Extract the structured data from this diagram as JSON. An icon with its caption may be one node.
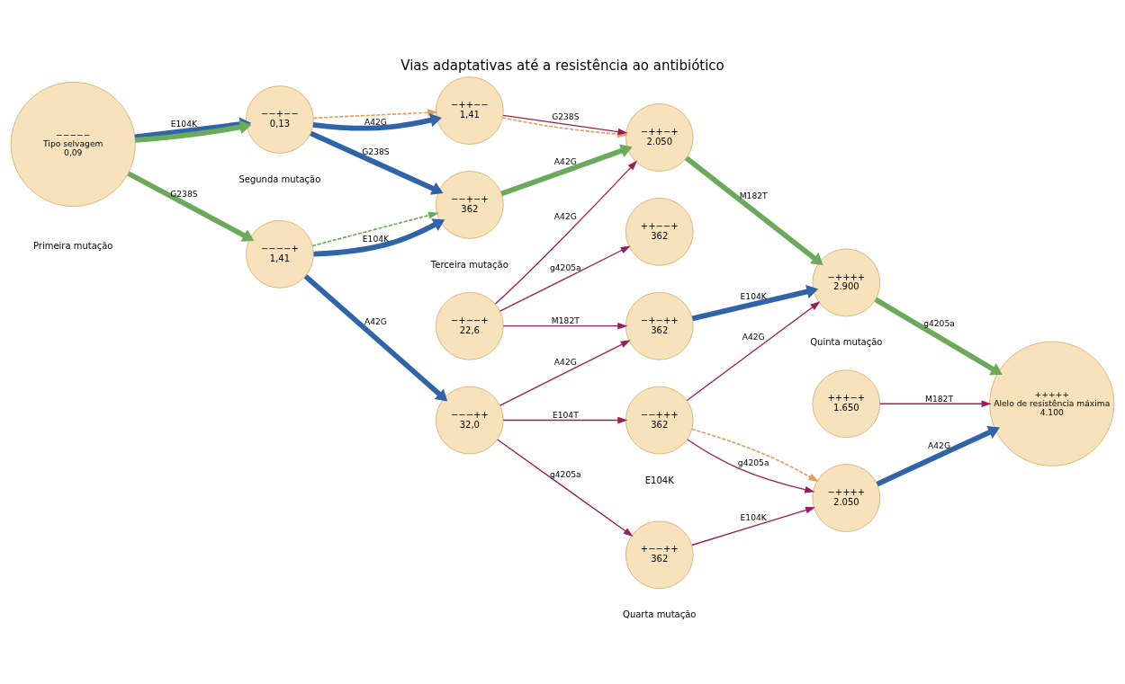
{
  "diagram": {
    "title": "Vias adaptativas até a resistência ao antibiótico",
    "nodes": [
      {
        "text": [
          "−−−−−",
          "Tipo selvagem",
          "0,09"
        ]
      },
      {
        "text": [
          "−−+−−",
          "0,13"
        ]
      },
      {
        "text": [
          "−−−−+",
          "1,41"
        ]
      },
      {
        "text": [
          "−++−−",
          "1,41"
        ]
      },
      {
        "text": [
          "−−+−+",
          "362"
        ]
      },
      {
        "text": [
          "−+−−+",
          "22,6"
        ]
      },
      {
        "text": [
          "−−−++",
          "32,0"
        ]
      },
      {
        "text": [
          "−++−+",
          "2.050"
        ]
      },
      {
        "text": [
          "++−−+",
          "362"
        ]
      },
      {
        "text": [
          "−+−++",
          "362"
        ]
      },
      {
        "text": [
          "−−+++",
          "362"
        ]
      },
      {
        "text": [
          "+−−++",
          "362"
        ]
      },
      {
        "text": [
          "−++++",
          "2.900"
        ]
      },
      {
        "text": [
          "+++−+",
          "1.650"
        ]
      },
      {
        "text": [
          "−++++",
          "2.050"
        ]
      },
      {
        "text": [
          "+++++",
          "Alelo de resistência máxima",
          "4.100"
        ]
      }
    ],
    "edges": [
      {
        "from": 0,
        "to": 1,
        "arrow": "to",
        "label": "E104K",
        "style": "thick",
        "color": "#2f64a8"
      },
      {
        "from": 0,
        "to": 1,
        "arrow": "to",
        "style": "thick",
        "color": "#6aaa5a"
      },
      {
        "from": 0,
        "to": 2,
        "arrow": "to",
        "label": "G238S",
        "style": "thick",
        "color": "#6aaa5a"
      },
      {
        "from": 1,
        "to": 3,
        "arrow": "to",
        "style": "dashed",
        "color": "#e0a060"
      },
      {
        "from": 1,
        "to": 3,
        "arrow": "to",
        "label": "A42G",
        "style": "thick",
        "color": "#2f64a8"
      },
      {
        "from": 1,
        "to": 4,
        "arrow": "to",
        "label": "G238S",
        "style": "thick",
        "color": "#2f64a8"
      },
      {
        "from": 2,
        "to": 4,
        "arrow": "to",
        "style": "dashed",
        "color": "#6aaa5a"
      },
      {
        "from": 2,
        "to": 4,
        "arrow": "to",
        "label": "E104K",
        "style": "thick",
        "color": "#2f64a8"
      },
      {
        "from": 2,
        "to": 6,
        "arrow": "to",
        "label": "A42G",
        "style": "thick",
        "color": "#2f64a8"
      },
      {
        "from": 3,
        "to": 7,
        "arrow": "to",
        "style": "dashed",
        "color": "#e0a060"
      },
      {
        "from": 3,
        "to": 7,
        "arrow": "to",
        "label": "G238S",
        "color": "#9b1c5c"
      },
      {
        "from": 4,
        "to": 7,
        "arrow": "to",
        "label": "A42G",
        "style": "thick",
        "color": "#6aaa5a"
      },
      {
        "from": 5,
        "to": 7,
        "arrow": "to",
        "label": "A42G",
        "color": "#9b1c5c"
      },
      {
        "from": 5,
        "to": 8,
        "arrow": "to",
        "label": "g4205a",
        "color": "#9b1c5c"
      },
      {
        "from": 5,
        "to": 9,
        "arrow": "to",
        "label": "M182T",
        "color": "#9b1c5c"
      },
      {
        "from": 6,
        "to": 9,
        "arrow": "to",
        "label": "A42G",
        "color": "#9b1c5c"
      },
      {
        "from": 6,
        "to": 10,
        "arrow": "to",
        "label": "E104T",
        "color": "#9b1c5c"
      },
      {
        "from": 6,
        "to": 11,
        "arrow": "to",
        "label": "g4205a",
        "color": "#9b1c5c"
      },
      {
        "from": 7,
        "to": 12,
        "arrow": "to",
        "label": "M182T",
        "style": "thick",
        "color": "#6aaa5a"
      },
      {
        "from": 9,
        "to": 12,
        "arrow": "to",
        "label": "E104K",
        "style": "thick",
        "color": "#2f64a8"
      },
      {
        "from": 10,
        "to": 12,
        "arrow": "to",
        "label": "A42G",
        "color": "#9b1c5c"
      },
      {
        "from": 10,
        "to": 14,
        "arrow": "to",
        "style": "dashed",
        "color": "#e0a060"
      },
      {
        "from": 10,
        "to": 14,
        "arrow": "to",
        "label": "g4205a",
        "color": "#9b1c5c"
      },
      {
        "from": 11,
        "to": 14,
        "arrow": "to",
        "label": "E104K",
        "color": "#9b1c5c"
      },
      {
        "from": 12,
        "to": 15,
        "arrow": "to",
        "label": "g4205a",
        "style": "thick",
        "color": "#6aaa5a"
      },
      {
        "from": 13,
        "to": 15,
        "arrow": "to",
        "label": "M182T",
        "color": "#9b1c5c"
      },
      {
        "from": 14,
        "to": 15,
        "arrow": "to",
        "label": "A42G",
        "style": "thick",
        "color": "#2f64a8"
      }
    ],
    "labels": [
      "E104K",
      "Primeira mutação",
      "Segunda mutação",
      "Terceira mutação",
      "Quarta mutação",
      "Quinta mutação"
    ]
  }
}
